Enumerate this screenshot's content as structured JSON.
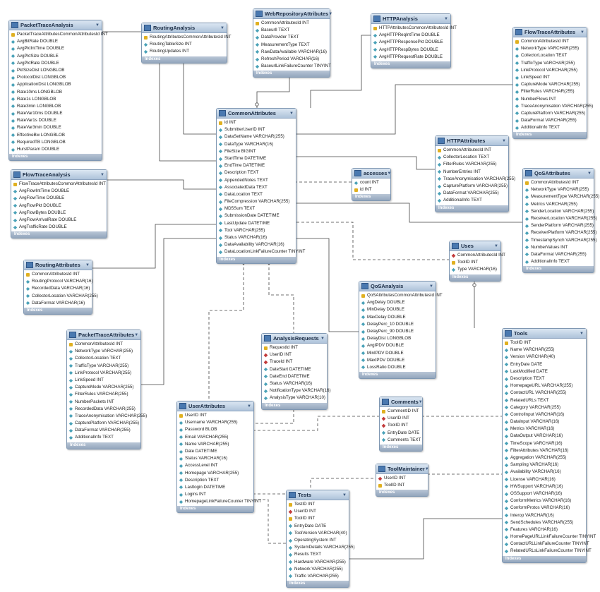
{
  "footer_label": "Indexes",
  "tables": [
    {
      "id": "PacketTraceAnalysis",
      "title": "PacketTraceAnalysis",
      "cols": [
        {
          "k": "pk",
          "t": "PacketTraceAttributesCommonAttributesId INT"
        },
        {
          "k": "col",
          "t": "AvgBitRate DOUBLE"
        },
        {
          "k": "col",
          "t": "AvgPktIntTime DOUBLE"
        },
        {
          "k": "col",
          "t": "AvgPktSize DOUBLE"
        },
        {
          "k": "col",
          "t": "AvgPktRate DOUBLE"
        },
        {
          "k": "col",
          "t": "PktSizeDist LONGBLOB"
        },
        {
          "k": "col",
          "t": "ProtocolDist LONGBLOB"
        },
        {
          "k": "col",
          "t": "ApplicationDist LONGBLOB"
        },
        {
          "k": "col",
          "t": "Rate10ms LONGBLOB"
        },
        {
          "k": "col",
          "t": "Rate1s LONGBLOB"
        },
        {
          "k": "col",
          "t": "Rate3min LONGBLOB"
        },
        {
          "k": "col",
          "t": "RateVar10ms DOUBLE"
        },
        {
          "k": "col",
          "t": "RateVar1s DOUBLE"
        },
        {
          "k": "col",
          "t": "RateVar3min DOUBLE"
        },
        {
          "k": "col",
          "t": "EffectiveBw LONGBLOB"
        },
        {
          "k": "col",
          "t": "RequiredTB LONGBLOB"
        },
        {
          "k": "col",
          "t": "HurstParam DOUBLE"
        }
      ]
    },
    {
      "id": "RoutingAnalysis",
      "title": "RoutingAnalysis",
      "cols": [
        {
          "k": "pk",
          "t": "RoutingAttributesCommonAttributesId INT"
        },
        {
          "k": "col",
          "t": "RoutingTableSize INT"
        },
        {
          "k": "col",
          "t": "RoutingUpdates INT"
        }
      ]
    },
    {
      "id": "WebRepositoryAttributes",
      "title": "WebRepositoryAttributes",
      "cols": [
        {
          "k": "pk",
          "t": "CommonAttributesId INT"
        },
        {
          "k": "col",
          "t": "BaseurlI TEXT"
        },
        {
          "k": "col",
          "t": "DataProvider TEXT"
        },
        {
          "k": "col",
          "t": "MeasurementType TEXT"
        },
        {
          "k": "col",
          "t": "RawDataAvailable VARCHAR(16)"
        },
        {
          "k": "col",
          "t": "RefreshPeriod VARCHAR(16)"
        },
        {
          "k": "col",
          "t": "BaseurlLinkFailureCounter TINYINT"
        }
      ]
    },
    {
      "id": "HTTPAnalysis",
      "title": "HTTPAnalysis",
      "cols": [
        {
          "k": "pk",
          "t": "HTTPAttributesCommonAttributesId INT"
        },
        {
          "k": "col",
          "t": "AvgHTTPReqIntTime DOUBLE"
        },
        {
          "k": "col",
          "t": "AvgHTTPResponsePkt DOUBLE"
        },
        {
          "k": "col",
          "t": "AvgHTTPRespBytes DOUBLE"
        },
        {
          "k": "col",
          "t": "AvgHTTPRequestRate DOUBLE"
        }
      ]
    },
    {
      "id": "FlowTraceAttributes",
      "title": "FlowTraceAttributes",
      "cols": [
        {
          "k": "pk",
          "t": "CommonAttributesId INT"
        },
        {
          "k": "col",
          "t": "NetworkType VARCHAR(255)"
        },
        {
          "k": "col",
          "t": "CollectorLocation TEXT"
        },
        {
          "k": "col",
          "t": "TrafficType VARCHAR(255)"
        },
        {
          "k": "col",
          "t": "LinkProtocol VARCHAR(255)"
        },
        {
          "k": "col",
          "t": "LinkSpeed INT"
        },
        {
          "k": "col",
          "t": "CaptureMode VARCHAR(255)"
        },
        {
          "k": "col",
          "t": "FilterRules VARCHAR(255)"
        },
        {
          "k": "col",
          "t": "NumberFlows INT"
        },
        {
          "k": "col",
          "t": "TraceAnonymisation VARCHAR(255)"
        },
        {
          "k": "col",
          "t": "CapturePlatform VARCHAR(255)"
        },
        {
          "k": "col",
          "t": "DataFormat VARCHAR(255)"
        },
        {
          "k": "col",
          "t": "AdditionalInfo TEXT"
        }
      ]
    },
    {
      "id": "CommonAttributes",
      "title": "CommonAttributes",
      "cols": [
        {
          "k": "pk",
          "t": "id INT"
        },
        {
          "k": "col",
          "t": "SubmitterUserID INT"
        },
        {
          "k": "col",
          "t": "DataSetName VARCHAR(255)"
        },
        {
          "k": "col",
          "t": "DataType VARCHAR(16)"
        },
        {
          "k": "col",
          "t": "FileSize BIGINT"
        },
        {
          "k": "col",
          "t": "StartTime DATETIME"
        },
        {
          "k": "col",
          "t": "EndTime DATETIME"
        },
        {
          "k": "col",
          "t": "Description TEXT"
        },
        {
          "k": "col",
          "t": "AppendedNotes TEXT"
        },
        {
          "k": "col",
          "t": "AssociatedData TEXT"
        },
        {
          "k": "col",
          "t": "DataLocation TEXT"
        },
        {
          "k": "col",
          "t": "FileCompression VARCHAR(255)"
        },
        {
          "k": "col",
          "t": "MD5Sum TEXT"
        },
        {
          "k": "col",
          "t": "SubmissionDate DATETIME"
        },
        {
          "k": "col",
          "t": "LastUpdate DATETIME"
        },
        {
          "k": "col",
          "t": "Tool VARCHAR(255)"
        },
        {
          "k": "col",
          "t": "Status VARCHAR(16)"
        },
        {
          "k": "col",
          "t": "DataAvailability VARCHAR(16)"
        },
        {
          "k": "col",
          "t": "DataLocationLinkFailureCounter TINYINT"
        }
      ]
    },
    {
      "id": "FlowTraceAnalysis",
      "title": "FlowTraceAnalysis",
      "cols": [
        {
          "k": "pk",
          "t": "FlowTraceAttributesCommonAttributesId INT"
        },
        {
          "k": "col",
          "t": "AvgFlowIntTime DOUBLE"
        },
        {
          "k": "col",
          "t": "AvgFlowTime DOUBLE"
        },
        {
          "k": "col",
          "t": "AvgFlowPkt DOUBLE"
        },
        {
          "k": "col",
          "t": "AvgFlowBytes DOUBLE"
        },
        {
          "k": "col",
          "t": "AvgFlowArrivalRate DOUBLE"
        },
        {
          "k": "col",
          "t": "AvgTrafficRate DOUBLE"
        }
      ]
    },
    {
      "id": "HTTPAttributes",
      "title": "HTTPAttributes",
      "cols": [
        {
          "k": "pk",
          "t": "CommonAttributesId INT"
        },
        {
          "k": "col",
          "t": "CollectorLocation TEXT"
        },
        {
          "k": "col",
          "t": "FilterRules VARCHAR(255)"
        },
        {
          "k": "col",
          "t": "NumberEntries INT"
        },
        {
          "k": "col",
          "t": "TraceAnonymisation VARCHAR(255)"
        },
        {
          "k": "col",
          "t": "CapturePlatform VARCHAR(255)"
        },
        {
          "k": "col",
          "t": "DataFormat VARCHAR(255)"
        },
        {
          "k": "col",
          "t": "AdditionalInfo TEXT"
        }
      ]
    },
    {
      "id": "accesses",
      "title": "accesses",
      "cols": [
        {
          "k": "col",
          "t": "count INT"
        },
        {
          "k": "pk",
          "t": "id INT"
        }
      ]
    },
    {
      "id": "QoSAttributes",
      "title": "QoSAttributes",
      "cols": [
        {
          "k": "pk",
          "t": "CommonAttributesId INT"
        },
        {
          "k": "col",
          "t": "NetworkType VARCHAR(255)"
        },
        {
          "k": "col",
          "t": "MeasurementType VARCHAR(255)"
        },
        {
          "k": "col",
          "t": "Metrics VARCHAR(255)"
        },
        {
          "k": "col",
          "t": "SenderLocation VARCHAR(255)"
        },
        {
          "k": "col",
          "t": "ReceiverLocation VARCHAR(255)"
        },
        {
          "k": "col",
          "t": "SenderPlatform VARCHAR(255)"
        },
        {
          "k": "col",
          "t": "ReceiverPlatform VARCHAR(255)"
        },
        {
          "k": "col",
          "t": "TimestampSynch VARCHAR(255)"
        },
        {
          "k": "col",
          "t": "NumberValues INT"
        },
        {
          "k": "col",
          "t": "DataFormat VARCHAR(255)"
        },
        {
          "k": "col",
          "t": "AdditionalInfo TEXT"
        }
      ]
    },
    {
      "id": "RoutingAttributes",
      "title": "RoutingAttributes",
      "cols": [
        {
          "k": "pk",
          "t": "CommonAttributesId INT"
        },
        {
          "k": "col",
          "t": "RoutingProtocol VARCHAR(16)"
        },
        {
          "k": "col",
          "t": "RecordedData VARCHAR(16)"
        },
        {
          "k": "col",
          "t": "CollectorLocation VARCHAR(255)"
        },
        {
          "k": "col",
          "t": "DataFormat VARCHAR(16)"
        }
      ]
    },
    {
      "id": "Uses",
      "title": "Uses",
      "cols": [
        {
          "k": "fk",
          "t": "CommonAttributesId INT"
        },
        {
          "k": "pk",
          "t": "ToolID INT"
        },
        {
          "k": "col",
          "t": "Type VARCHAR(16)"
        }
      ]
    },
    {
      "id": "QoSAnalysis",
      "title": "QoSAnalysis",
      "cols": [
        {
          "k": "pk",
          "t": "QoSAttributesCommonAttributesId INT"
        },
        {
          "k": "col",
          "t": "AvgDelay DOUBLE"
        },
        {
          "k": "col",
          "t": "MinDelay DOUBLE"
        },
        {
          "k": "col",
          "t": "MaxDelay DOUBLE"
        },
        {
          "k": "col",
          "t": "DelayPerc_10 DOUBLE"
        },
        {
          "k": "col",
          "t": "DelayPerc_90 DOUBLE"
        },
        {
          "k": "col",
          "t": "DelayDist LONGBLOB"
        },
        {
          "k": "col",
          "t": "AvgIPDV DOUBLE"
        },
        {
          "k": "col",
          "t": "MinIPDV DOUBLE"
        },
        {
          "k": "col",
          "t": "MaxIPDV DOUBLE"
        },
        {
          "k": "col",
          "t": "LossRatio DOUBLE"
        }
      ]
    },
    {
      "id": "Tools",
      "title": "Tools",
      "cols": [
        {
          "k": "pk",
          "t": "ToolID INT"
        },
        {
          "k": "col",
          "t": "Name VARCHAR(255)"
        },
        {
          "k": "col",
          "t": "Version VARCHAR(40)"
        },
        {
          "k": "col",
          "t": "EntryDate DATE"
        },
        {
          "k": "col",
          "t": "LastModified DATE"
        },
        {
          "k": "col",
          "t": "Description TEXT"
        },
        {
          "k": "col",
          "t": "HomepageURL VARCHAR(255)"
        },
        {
          "k": "col",
          "t": "ContactURL VARCHAR(255)"
        },
        {
          "k": "col",
          "t": "RelatedURLs TEXT"
        },
        {
          "k": "col",
          "t": "Category VARCHAR(255)"
        },
        {
          "k": "col",
          "t": "ControlInput VARCHAR(16)"
        },
        {
          "k": "col",
          "t": "DataInput VARCHAR(16)"
        },
        {
          "k": "col",
          "t": "Metrics VARCHAR(16)"
        },
        {
          "k": "col",
          "t": "DataOutput VARCHAR(16)"
        },
        {
          "k": "col",
          "t": "TimeScope VARCHAR(16)"
        },
        {
          "k": "col",
          "t": "FilterAttributes VARCHAR(16)"
        },
        {
          "k": "col",
          "t": "Aggregation VARCHAR(255)"
        },
        {
          "k": "col",
          "t": "Sampling VARCHAR(16)"
        },
        {
          "k": "col",
          "t": "Availability VARCHAR(16)"
        },
        {
          "k": "col",
          "t": "License VARCHAR(16)"
        },
        {
          "k": "col",
          "t": "HWSupport VARCHAR(16)"
        },
        {
          "k": "col",
          "t": "OSSupport VARCHAR(16)"
        },
        {
          "k": "col",
          "t": "ConformMetrics VARCHAR(16)"
        },
        {
          "k": "col",
          "t": "ConformProtos VARCHAR(16)"
        },
        {
          "k": "col",
          "t": "Interop VARCHAR(16)"
        },
        {
          "k": "col",
          "t": "SendSchedules VARCHAR(255)"
        },
        {
          "k": "col",
          "t": "Features VARCHAR(16)"
        },
        {
          "k": "col",
          "t": "HomePageURLLinkFailureCounter TINYINT"
        },
        {
          "k": "col",
          "t": "ContactURLLinkFailureCounter TINYINT"
        },
        {
          "k": "col",
          "t": "RelatedURLsLinkFailureCounter TINYINT"
        }
      ]
    },
    {
      "id": "PacketTraceAttributes",
      "title": "PacketTraceAttributes",
      "cols": [
        {
          "k": "pk",
          "t": "CommonAttributesId INT"
        },
        {
          "k": "col",
          "t": "NetworkType VARCHAR(255)"
        },
        {
          "k": "col",
          "t": "CollectorLocation TEXT"
        },
        {
          "k": "col",
          "t": "TrafficType VARCHAR(255)"
        },
        {
          "k": "col",
          "t": "LinkProtocol VARCHAR(255)"
        },
        {
          "k": "col",
          "t": "LinkSpeed INT"
        },
        {
          "k": "col",
          "t": "CaptureMode VARCHAR(255)"
        },
        {
          "k": "col",
          "t": "FilterRules VARCHAR(255)"
        },
        {
          "k": "col",
          "t": "NumberPackets INT"
        },
        {
          "k": "col",
          "t": "RecordedData VARCHAR(255)"
        },
        {
          "k": "col",
          "t": "TraceAnonymisation VARCHAR(255)"
        },
        {
          "k": "col",
          "t": "CapturePlatform VARCHAR(255)"
        },
        {
          "k": "col",
          "t": "DataFormat VARCHAR(255)"
        },
        {
          "k": "col",
          "t": "AdditionalInfo TEXT"
        }
      ]
    },
    {
      "id": "AnalysisRequests",
      "title": "AnalysisRequests",
      "cols": [
        {
          "k": "pk",
          "t": "RequestId INT"
        },
        {
          "k": "fk",
          "t": "UserID INT"
        },
        {
          "k": "fk",
          "t": "TraceId INT"
        },
        {
          "k": "col",
          "t": "DateStart DATETIME"
        },
        {
          "k": "col",
          "t": "DateEnd DATETIME"
        },
        {
          "k": "col",
          "t": "Status VARCHAR(16)"
        },
        {
          "k": "col",
          "t": "NotificationType VARCHAR(16)"
        },
        {
          "k": "col",
          "t": "AnalysisType VARCHAR(10)"
        }
      ]
    },
    {
      "id": "Comments",
      "title": "Comments",
      "cols": [
        {
          "k": "pk",
          "t": "CommentID INT"
        },
        {
          "k": "fk",
          "t": "UserID INT"
        },
        {
          "k": "fk",
          "t": "ToolID INT"
        },
        {
          "k": "col",
          "t": "EntryDate DATE"
        },
        {
          "k": "col",
          "t": "Comments TEXT"
        }
      ]
    },
    {
      "id": "UserAttributes",
      "title": "UserAttributes",
      "cols": [
        {
          "k": "pk",
          "t": "UserID INT"
        },
        {
          "k": "col",
          "t": "Username VARCHAR(255)"
        },
        {
          "k": "col",
          "t": "Password BLOB"
        },
        {
          "k": "col",
          "t": "Email VARCHAR(255)"
        },
        {
          "k": "col",
          "t": "Name VARCHAR(255)"
        },
        {
          "k": "col",
          "t": "Date DATETIME"
        },
        {
          "k": "col",
          "t": "Status VARCHAR(16)"
        },
        {
          "k": "col",
          "t": "AccessLevel INT"
        },
        {
          "k": "col",
          "t": "Homepage VARCHAR(255)"
        },
        {
          "k": "col",
          "t": "Description TEXT"
        },
        {
          "k": "col",
          "t": "Lastlogin DATETIME"
        },
        {
          "k": "col",
          "t": "Logins INT"
        },
        {
          "k": "col",
          "t": "HomepageLinkFailureCounter TINYINT"
        }
      ]
    },
    {
      "id": "ToolMaintainer",
      "title": "ToolMaintainer",
      "cols": [
        {
          "k": "fk",
          "t": "UserID INT"
        },
        {
          "k": "pk",
          "t": "ToolID INT"
        }
      ]
    },
    {
      "id": "Tests",
      "title": "Tests",
      "cols": [
        {
          "k": "pk",
          "t": "TestID INT"
        },
        {
          "k": "fk",
          "t": "UserID INT"
        },
        {
          "k": "pk",
          "t": "ToolID INT"
        },
        {
          "k": "col",
          "t": "EntryDate DATE"
        },
        {
          "k": "col",
          "t": "ToolVersion VARCHAR(40)"
        },
        {
          "k": "col",
          "t": "OperatingSystem INT"
        },
        {
          "k": "col",
          "t": "SystemDetails VARCHAR(255)"
        },
        {
          "k": "col",
          "t": "Results TEXT"
        },
        {
          "k": "col",
          "t": "Hardware VARCHAR(255)"
        },
        {
          "k": "col",
          "t": "Network VARCHAR(255)"
        },
        {
          "k": "col",
          "t": "Traffic VARCHAR(255)"
        }
      ]
    }
  ]
}
